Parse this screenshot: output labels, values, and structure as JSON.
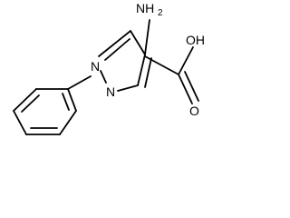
{
  "molecule": {
    "atoms": {
      "n1": "N",
      "n2": "N",
      "amino": "NH",
      "amino_sub": "2",
      "hydroxyl": "OH",
      "carbonyl_o": "O"
    }
  }
}
